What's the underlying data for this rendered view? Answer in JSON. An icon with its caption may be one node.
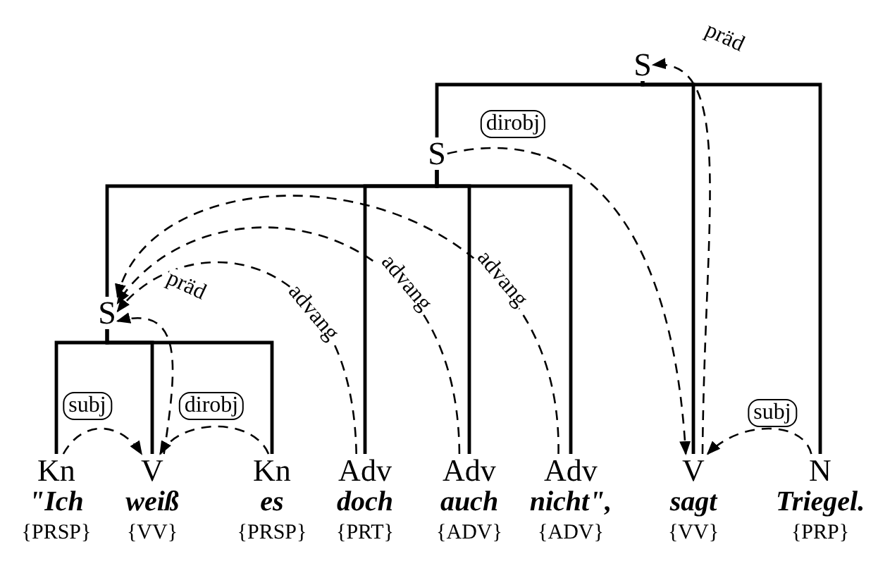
{
  "diagram": {
    "nodes": [
      {
        "text": [
          "S"
        ]
      },
      {
        "text": [
          "S"
        ]
      },
      {
        "text": [
          "S"
        ]
      },
      {
        "text": [
          "Kn",
          "\"Ich",
          "{PRSP}"
        ]
      },
      {
        "text": [
          "V",
          "weiß",
          "{VV}"
        ]
      },
      {
        "text": [
          "Kn",
          "es",
          "{PRSP}"
        ]
      },
      {
        "text": [
          "Adv",
          "doch",
          "{PRT}"
        ]
      },
      {
        "text": [
          "Adv",
          "auch",
          "{ADV}"
        ]
      },
      {
        "text": [
          "Adv",
          "nicht\",",
          "{ADV}"
        ]
      },
      {
        "text": [
          "V",
          "sagt",
          "{VV}"
        ]
      },
      {
        "text": [
          "N",
          "Triegel.",
          "{PRP}"
        ]
      }
    ],
    "edges": [
      {
        "from": 3,
        "to": 4,
        "arrow": "to",
        "label": "subj",
        "style": "dashed"
      },
      {
        "from": 5,
        "to": 4,
        "arrow": "to",
        "label": "dirobj",
        "style": "dashed"
      },
      {
        "from": 4,
        "to": 2,
        "arrow": "to",
        "label": "präd",
        "style": "dashed"
      },
      {
        "from": 6,
        "to": 2,
        "arrow": "to",
        "label": "advang",
        "style": "dashed"
      },
      {
        "from": 7,
        "to": 2,
        "arrow": "to",
        "label": "advang",
        "style": "dashed"
      },
      {
        "from": 8,
        "to": 2,
        "arrow": "to",
        "label": "advang",
        "style": "dashed"
      },
      {
        "from": 1,
        "to": 9,
        "arrow": "to",
        "label": "dirobj",
        "style": "dashed"
      },
      {
        "from": 9,
        "to": 0,
        "arrow": "to",
        "label": "präd",
        "style": "dashed"
      },
      {
        "from": 10,
        "to": 9,
        "arrow": "to",
        "label": "subj",
        "style": "dashed"
      },
      {
        "from": 0,
        "to": 1,
        "arrow": "none"
      },
      {
        "from": 0,
        "to": 9,
        "arrow": "none"
      },
      {
        "from": 0,
        "to": 10,
        "arrow": "none"
      },
      {
        "from": 1,
        "to": 2,
        "arrow": "none"
      },
      {
        "from": 1,
        "to": 6,
        "arrow": "none"
      },
      {
        "from": 1,
        "to": 7,
        "arrow": "none"
      },
      {
        "from": 1,
        "to": 8,
        "arrow": "none"
      },
      {
        "from": 2,
        "to": 3,
        "arrow": "none"
      },
      {
        "from": 2,
        "to": 4,
        "arrow": "none"
      },
      {
        "from": 2,
        "to": 5,
        "arrow": "none"
      }
    ]
  }
}
